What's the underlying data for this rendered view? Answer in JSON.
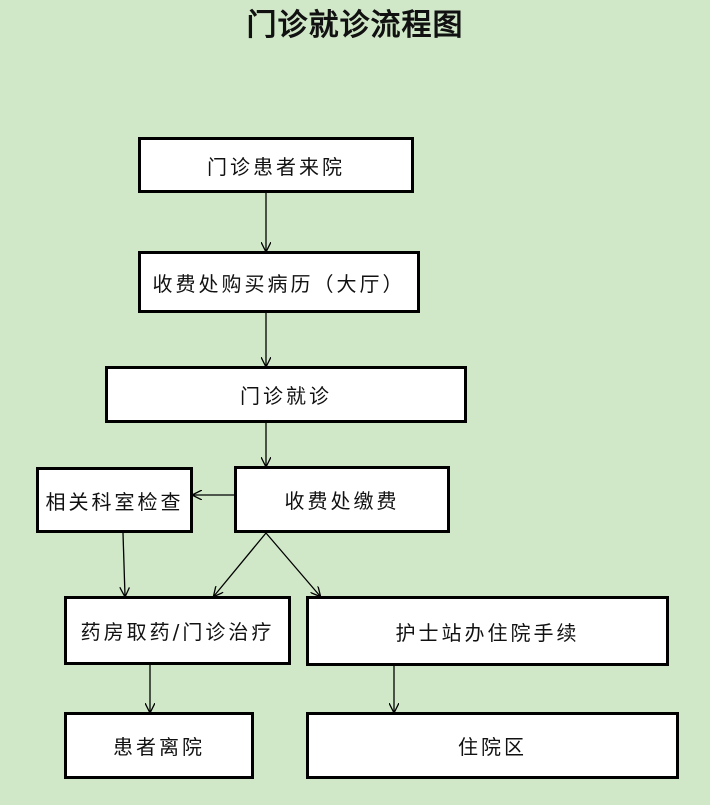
{
  "title": "门诊就诊流程图",
  "nodes": {
    "arrival": "门诊患者来院",
    "buy_record": "收费处购买病历（大厅）",
    "consult": "门诊就诊",
    "payment": "收费处缴费",
    "exam": "相关科室检查",
    "pharmacy": "药房取药/门诊治疗",
    "admission": "护士站办住院手续",
    "leave": "患者离院",
    "ward": "住院区"
  }
}
